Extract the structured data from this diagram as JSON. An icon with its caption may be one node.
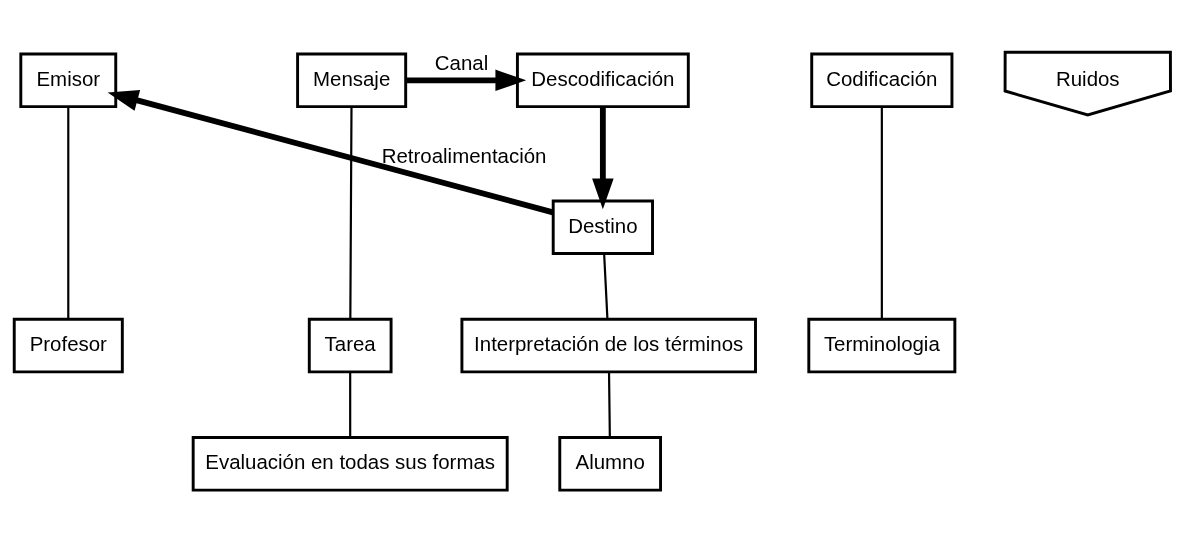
{
  "diagram": {
    "nodes": [
      {
        "text": [
          "Emisor"
        ]
      },
      {
        "text": [
          "Profesor"
        ]
      },
      {
        "text": [
          "Codificación"
        ]
      },
      {
        "text": [
          "Terminologia"
        ]
      },
      {
        "text": [
          "Ruidos"
        ]
      },
      {
        "text": [
          "Mensaje"
        ]
      },
      {
        "text": [
          "Tarea"
        ]
      },
      {
        "text": [
          "Evaluación en todas sus formas"
        ]
      },
      {
        "text": [
          "Descodificación"
        ]
      },
      {
        "text": [
          "Destino"
        ]
      },
      {
        "text": [
          "Interpretación de los términos"
        ]
      },
      {
        "text": [
          "Alumno"
        ]
      }
    ],
    "edges": [
      {
        "from": 0,
        "to": 1,
        "arrow": "none"
      },
      {
        "from": 2,
        "to": 3,
        "arrow": "none"
      },
      {
        "from": 5,
        "to": 6,
        "arrow": "none"
      },
      {
        "from": 6,
        "to": 7,
        "arrow": "none"
      },
      {
        "from": 5,
        "to": 8,
        "arrow": "to",
        "label": "Canal",
        "style": "thick"
      },
      {
        "from": 8,
        "to": 9,
        "arrow": "to",
        "style": "thick"
      },
      {
        "from": 9,
        "to": 10,
        "arrow": "none"
      },
      {
        "from": 10,
        "to": 11,
        "arrow": "none"
      },
      {
        "from": 9,
        "to": 0,
        "arrow": "to",
        "label": "Retroalimentación",
        "style": "thick"
      }
    ]
  }
}
